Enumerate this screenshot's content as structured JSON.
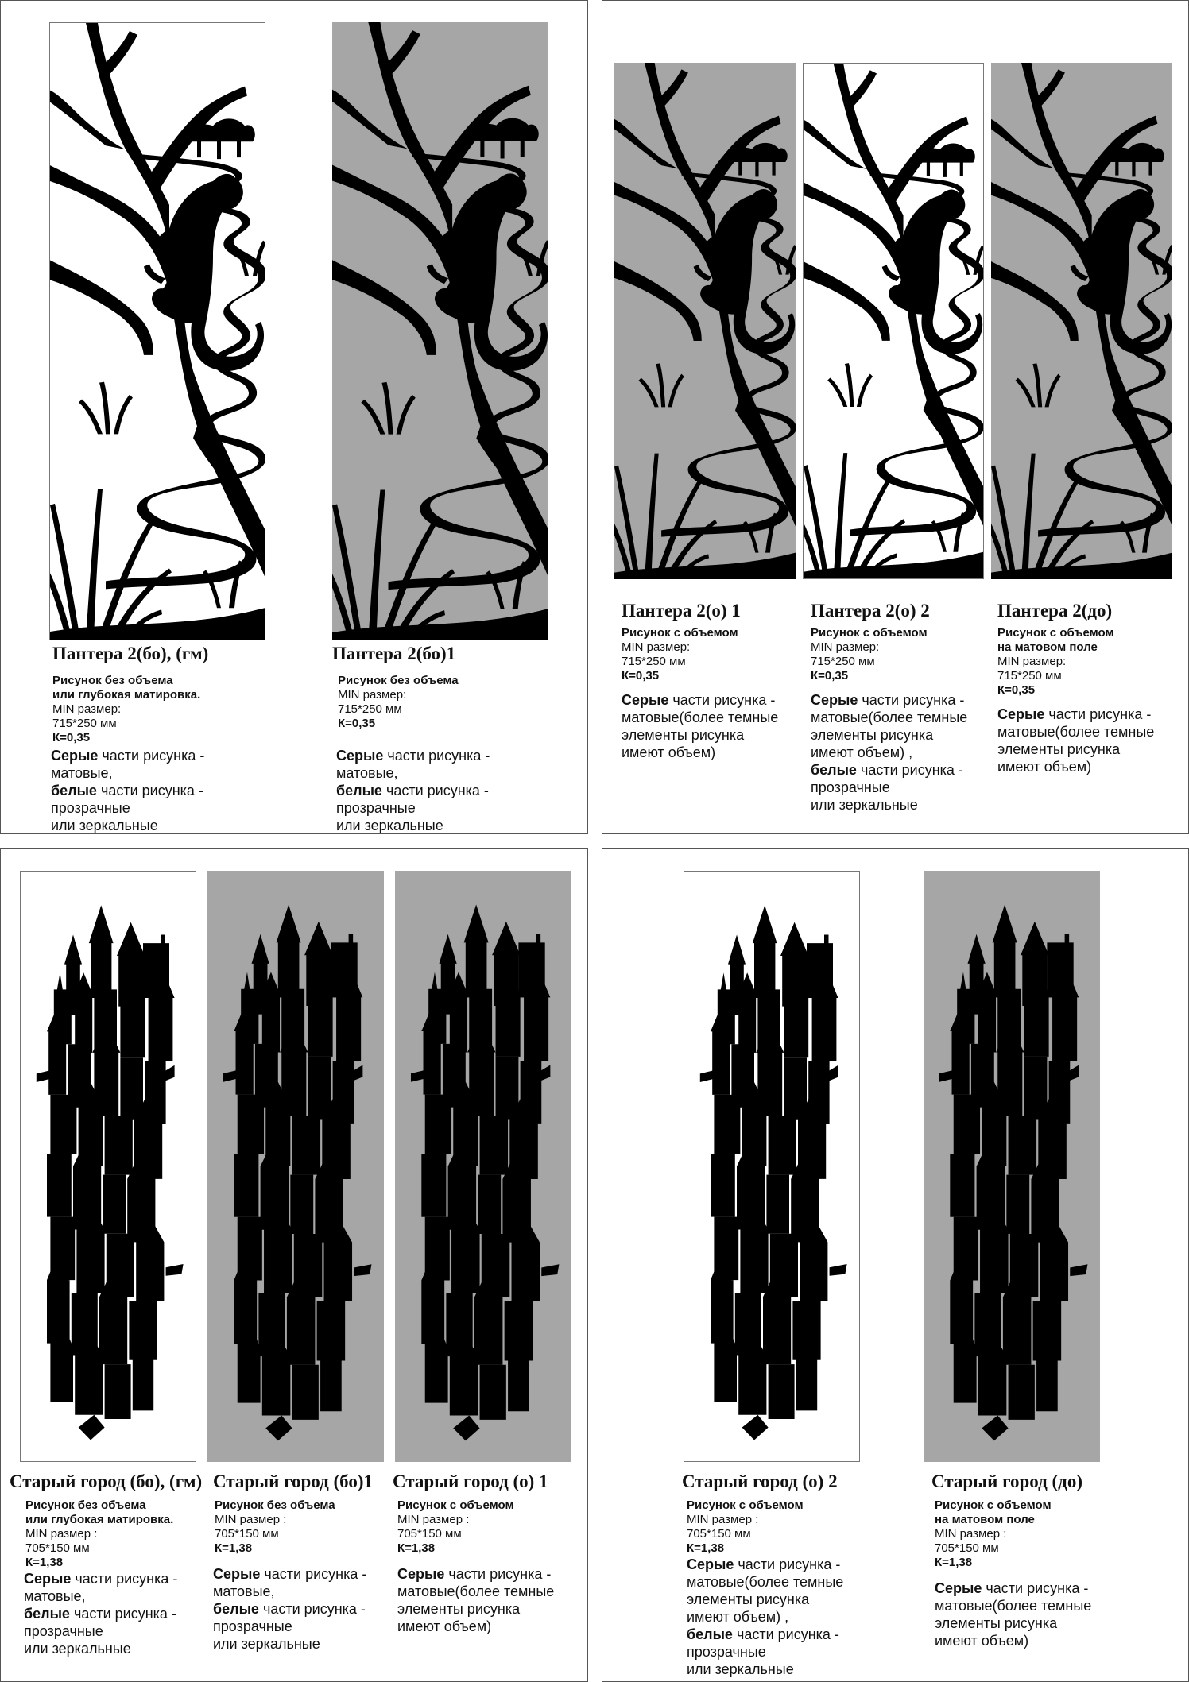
{
  "colors": {
    "matte": "#a6a6a6",
    "mid": "#7a7a7a",
    "dark": "#545454",
    "white": "#ffffff"
  },
  "panther": {
    "bo_gm": {
      "title": "Пантера 2(бо), (гм)",
      "sub1": "Рисунок без объема",
      "sub2": "или глубокая матировка.",
      "min": "MIN размер:",
      "size": "715*250 мм",
      "k": "К=0,35",
      "d1b": "Серые",
      "d1": " части рисунка -",
      "d2": "матовые,",
      "d3b": "белые",
      "d3": " части рисунка -",
      "d4": "прозрачные",
      "d5": "или зеркальные"
    },
    "bo1": {
      "title": "Пантера 2(бо)1",
      "sub1": "Рисунок без объема",
      "min": "MIN размер:",
      "size": "715*250 мм",
      "k": "К=0,35",
      "d1b": "Серые",
      "d1": " части рисунка -",
      "d2": "матовые,",
      "d3b": "белые",
      "d3": " части рисунка -",
      "d4": "прозрачные",
      "d5": "или зеркальные"
    },
    "o1": {
      "title": "Пантера 2(о) 1",
      "sub1": "Рисунок с объемом",
      "min": "MIN размер:",
      "size": "715*250 мм",
      "k": "К=0,35",
      "d1b": "Серые",
      "d1": " части рисунка -",
      "d2": "матовые(более темные",
      "d3": "элементы рисунка",
      "d4": "имеют объем)"
    },
    "o2": {
      "title": "Пантера 2(о) 2",
      "sub1": "Рисунок с объемом",
      "min": "MIN размер:",
      "size": "715*250 мм",
      "k": "К=0,35",
      "d1b": "Серые",
      "d1": " части рисунка -",
      "d2": "матовые(более темные",
      "d3": "элементы рисунка",
      "d4": "имеют объем) ,",
      "d5b": "белые",
      "d5": " части рисунка -",
      "d6": "прозрачные",
      "d7": "или зеркальные"
    },
    "do": {
      "title": "Пантера 2(до)",
      "sub1": "Рисунок с объемом",
      "sub2": "на матовом поле",
      "min": "MIN размер:",
      "size": "715*250 мм",
      "k": "К=0,35",
      "d1b": "Серые",
      "d1": " части рисунка -",
      "d2": "матовые(более темные",
      "d3": "элементы рисунка",
      "d4": "имеют объем)"
    }
  },
  "city": {
    "bo_gm": {
      "title": "Старый город (бо), (гм)",
      "sub1": "Рисунок без объема",
      "sub2": "или глубокая матировка.",
      "min": "MIN размер  :",
      "size": "705*150 мм",
      "k": "К=1,38",
      "d1b": "Серые",
      "d1": " части рисунка -",
      "d2": "матовые,",
      "d3b": "белые",
      "d3": " части рисунка -",
      "d4": "прозрачные",
      "d5": "или зеркальные"
    },
    "bo1": {
      "title": "Старый город (бо)1",
      "sub1": "Рисунок без объема",
      "min": "MIN размер  :",
      "size": "705*150 мм",
      "k": "К=1,38",
      "d1b": "Серые",
      "d1": " части рисунка -",
      "d2": "матовые,",
      "d3b": "белые",
      "d3": " части рисунка -",
      "d4": "прозрачные",
      "d5": "или зеркальные"
    },
    "o1": {
      "title": "Старый город (о) 1",
      "sub1": "Рисунок с объемом",
      "min": "MIN размер  :",
      "size": "705*150 мм",
      "k": "К=1,38",
      "d1b": "Серые",
      "d1": " части рисунка -",
      "d2": "матовые(более темные",
      "d3": "элементы рисунка",
      "d4": "имеют объем)"
    },
    "o2": {
      "title": "Старый город (о) 2",
      "sub1": "Рисунок с объемом",
      "min": "MIN размер  :",
      "size": "705*150 мм",
      "k": "К=1,38",
      "d1b": "Серые",
      "d1": " части рисунка -",
      "d2": "матовые(более темные",
      "d3": "элементы рисунка",
      "d4": "имеют объем) ,",
      "d5b": "белые",
      "d5": " части рисунка -",
      "d6": "прозрачные",
      "d7": "или зеркальные"
    },
    "do": {
      "title": "Старый город (до)",
      "sub1": "Рисунок с объемом",
      "sub2": "на матовом поле",
      "min": "MIN размер  :",
      "size": "705*150 мм",
      "k": "К=1,38",
      "d1b": "Серые",
      "d1": " части рисунка -",
      "d2": "матовые(более темные",
      "d3": "элементы рисунка",
      "d4": "имеют объем)"
    }
  }
}
